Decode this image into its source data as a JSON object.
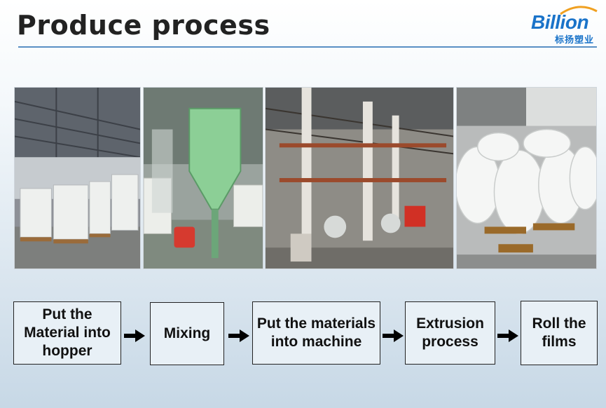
{
  "header": {
    "title": "Produce process",
    "logo_word": "Billion",
    "logo_sub": "标扬塑业"
  },
  "photos": [
    {
      "icon": "warehouse-bags-photo"
    },
    {
      "icon": "mixing-hopper-photo"
    },
    {
      "icon": "extrusion-machine-photo"
    },
    {
      "icon": "film-rolls-photo"
    }
  ],
  "steps": [
    {
      "label": "Put the Material into hopper"
    },
    {
      "label": "Mixing"
    },
    {
      "label": "Put the materials into machine"
    },
    {
      "label": "Extrusion process"
    },
    {
      "label": "Roll the films"
    }
  ],
  "colors": {
    "accent": "#1a73c9",
    "rule": "#5a8fc4",
    "step_fill": "#e8f0f6"
  }
}
